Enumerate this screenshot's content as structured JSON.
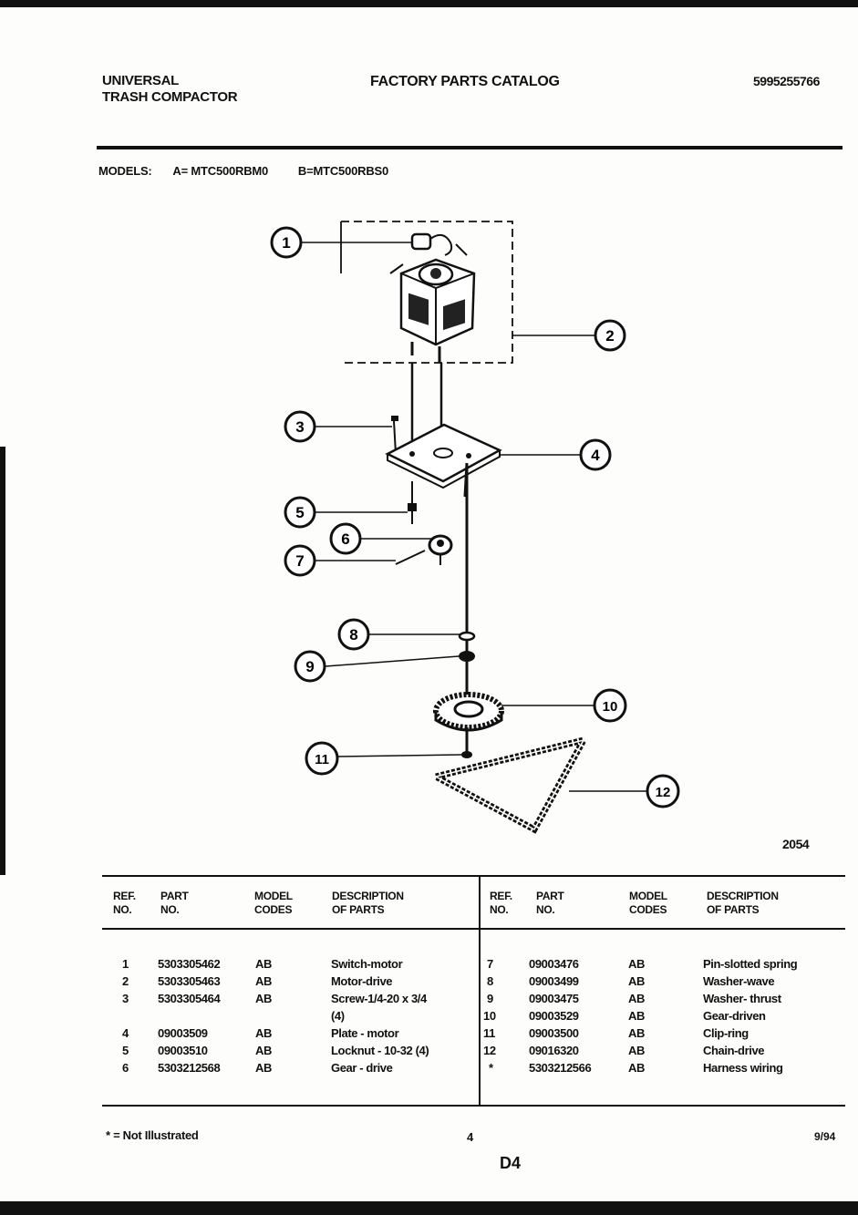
{
  "header": {
    "brand_line1": "UNIVERSAL",
    "brand_line2": "TRASH COMPACTOR",
    "catalog_title": "FACTORY PARTS CATALOG",
    "catalog_number": "5995255766"
  },
  "models": {
    "label": "MODELS:",
    "model_a": "A= MTC500RBM0",
    "model_b": "B=MTC500RBS0"
  },
  "diagram": {
    "figure_number": "2054",
    "callouts": [
      "1",
      "2",
      "3",
      "4",
      "5",
      "6",
      "7",
      "8",
      "9",
      "10",
      "11",
      "12"
    ]
  },
  "table": {
    "left_headers": {
      "ref1": "REF.",
      "ref2": "NO.",
      "part1": "PART",
      "part2": "NO.",
      "model1": "MODEL",
      "model2": "CODES",
      "desc1": "DESCRIPTION",
      "desc2": "OF PARTS"
    },
    "right_headers": {
      "ref1": "REF.",
      "ref2": "NO.",
      "part1": "PART",
      "part2": "NO.",
      "model1": "MODEL",
      "model2": "CODES",
      "desc1": "DESCRIPTION",
      "desc2": "OF PARTS"
    },
    "left_rows": [
      {
        "ref": "1",
        "part": "5303305462",
        "codes": "AB",
        "desc": "Switch-motor"
      },
      {
        "ref": "2",
        "part": "5303305463",
        "codes": "AB",
        "desc": "Motor-drive"
      },
      {
        "ref": "3",
        "part": "5303305464",
        "codes": "AB",
        "desc": "Screw-1/4-20 x 3/4"
      },
      {
        "ref": "",
        "part": "",
        "codes": "",
        "desc": "(4)"
      },
      {
        "ref": "4",
        "part": "09003509",
        "codes": "AB",
        "desc": "Plate - motor"
      },
      {
        "ref": "5",
        "part": "09003510",
        "codes": "AB",
        "desc": "Locknut - 10-32 (4)"
      },
      {
        "ref": "6",
        "part": "5303212568",
        "codes": "AB",
        "desc": "Gear - drive"
      }
    ],
    "right_rows": [
      {
        "ref": "7",
        "part": "09003476",
        "codes": "AB",
        "desc": "Pin-slotted spring"
      },
      {
        "ref": "8",
        "part": "09003499",
        "codes": "AB",
        "desc": "Washer-wave"
      },
      {
        "ref": "9",
        "part": "09003475",
        "codes": "AB",
        "desc": "Washer- thrust"
      },
      {
        "ref": "10",
        "part": "09003529",
        "codes": "AB",
        "desc": "Gear-driven"
      },
      {
        "ref": "11",
        "part": "09003500",
        "codes": "AB",
        "desc": "Clip-ring"
      },
      {
        "ref": "12",
        "part": "09016320",
        "codes": "AB",
        "desc": "Chain-drive"
      },
      {
        "ref": "*",
        "part": "5303212566",
        "codes": "AB",
        "desc": "Harness wiring"
      }
    ]
  },
  "footer": {
    "note": "* = Not Illustrated",
    "page": "4",
    "section_code": "D4",
    "date": "9/94"
  }
}
